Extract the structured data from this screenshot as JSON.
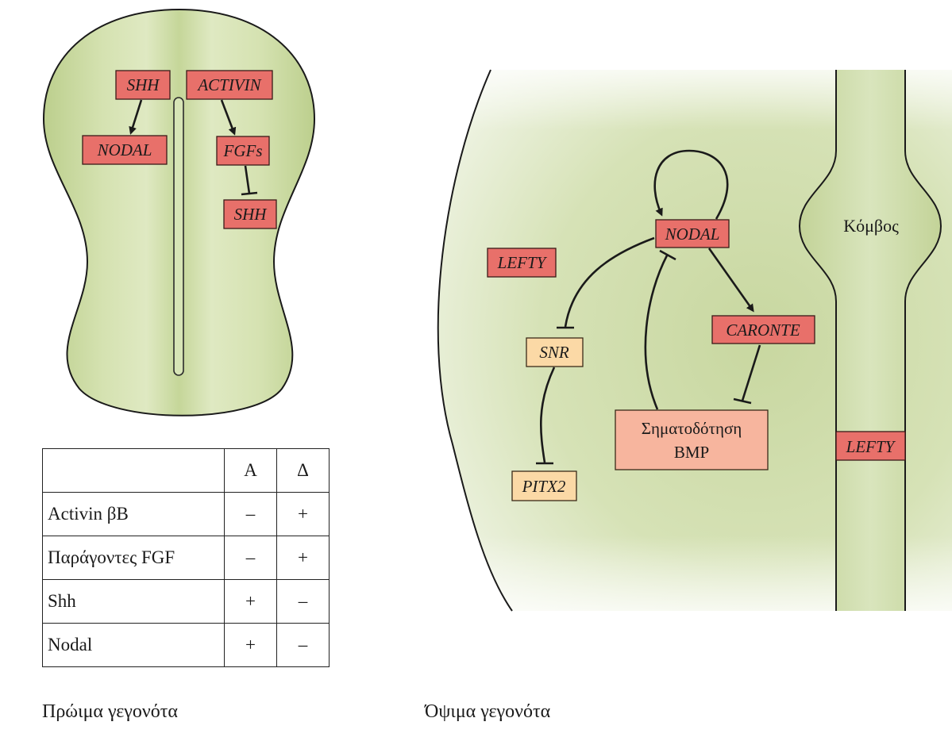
{
  "early_embryo": {
    "genes": {
      "shh_top": "SHH",
      "activin": "ACTIVIN",
      "nodal": "NODAL",
      "fgfs": "FGFs",
      "shh_bottom": "SHH"
    }
  },
  "table": {
    "columns": [
      "Α",
      "Δ"
    ],
    "rows": [
      {
        "label": "Activin βB",
        "a": "–",
        "d": "+"
      },
      {
        "label": "Παράγοντες FGF",
        "a": "–",
        "d": "+"
      },
      {
        "label": "Shh",
        "a": "+",
        "d": "–"
      },
      {
        "label": "Nodal",
        "a": "+",
        "d": "–"
      }
    ]
  },
  "late_embryo": {
    "genes": {
      "nodal": "NODAL",
      "lefty_left": "LEFTY",
      "snr": "SNR",
      "caronte": "CARONTE",
      "bmp_line1": "Σηματοδότηση",
      "bmp_line2": "BMP",
      "pitx2": "PITX2",
      "lefty_node": "LEFTY"
    },
    "node_label": "Κόμβος"
  },
  "captions": {
    "early": "Πρώιμα γεγονότα",
    "late": "Όψιμα γεγονότα"
  },
  "colors": {
    "tissue": "#cfdcaa",
    "gene_red": "#e8706a",
    "gene_peach": "#fbd9a6",
    "gene_salmon": "#f7b59e"
  }
}
